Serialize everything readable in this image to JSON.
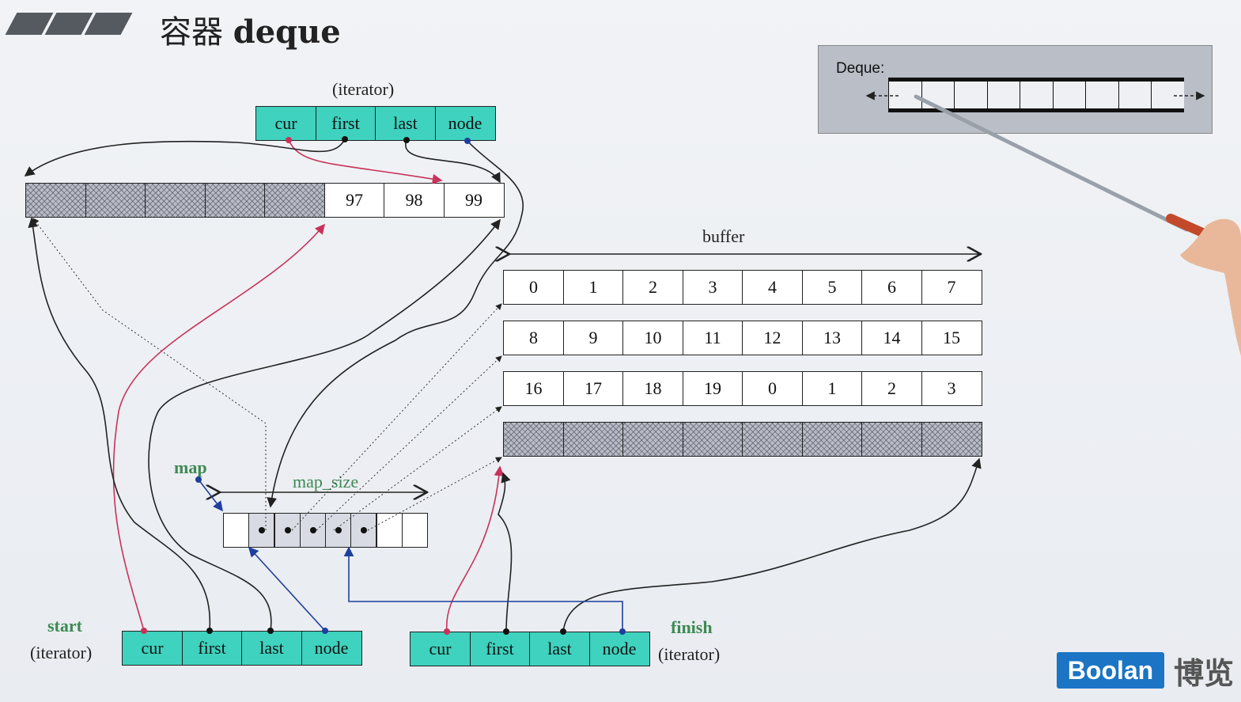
{
  "title": {
    "cn": "容器",
    "en": "deque"
  },
  "labels": {
    "iterator_top": "(iterator)",
    "buffer": "buffer",
    "map": "map",
    "map_size": "map_size",
    "start": "start",
    "start_iter": "(iterator)",
    "finish": "finish",
    "finish_iter": "(iterator)",
    "inset": "Deque:"
  },
  "iterator_fields": [
    "cur",
    "first",
    "last",
    "node"
  ],
  "top_buffer": [
    "",
    "",
    "",
    "",
    "",
    "97",
    "98",
    "99"
  ],
  "buffers": [
    [
      "0",
      "1",
      "2",
      "3",
      "4",
      "5",
      "6",
      "7"
    ],
    [
      "8",
      "9",
      "10",
      "11",
      "12",
      "13",
      "14",
      "15"
    ],
    [
      "16",
      "17",
      "18",
      "19",
      "0",
      "1",
      "2",
      "3"
    ],
    [
      "",
      "",
      "",
      "",
      "",
      "",
      "",
      ""
    ]
  ],
  "logo": {
    "text": "Boolan",
    "cn": "博览"
  },
  "colors": {
    "teal": "#3ed2bf",
    "red": "#c8325a",
    "blue": "#1e3f9e",
    "green": "#3d8a52"
  }
}
